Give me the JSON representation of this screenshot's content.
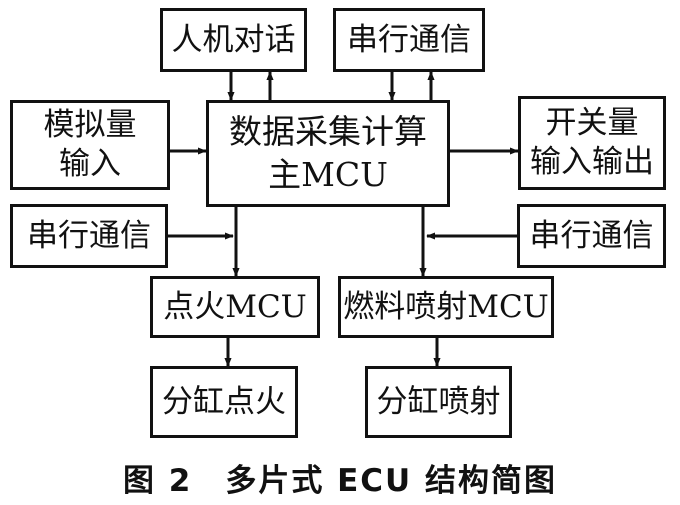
{
  "blocks": {
    "hmi": "人机对话",
    "serial_top": "串行通信",
    "analog_in_1": "模拟量",
    "analog_in_2": "输入",
    "main_mcu_1": "数据采集计算",
    "main_mcu_2": "主MCU",
    "switch_io_1": "开关量",
    "switch_io_2": "输入输出",
    "serial_left": "串行通信",
    "serial_right": "串行通信",
    "ignition_mcu": "点火MCU",
    "injection_mcu": "燃料喷射MCU",
    "cyl_ignition": "分缸点火",
    "cyl_injection": "分缸喷射"
  },
  "caption": "图 2　多片式 ECU 结构简图"
}
